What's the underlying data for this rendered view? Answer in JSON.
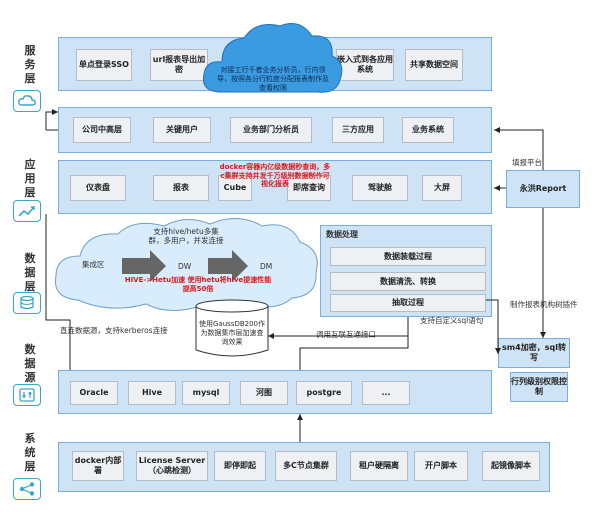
{
  "layers": {
    "service": "服务层",
    "application": "应用层",
    "data": "数据层",
    "source": "数据源",
    "system": "系统层"
  },
  "service_boxes": [
    "单点登录SSO",
    "url报表导出加密",
    "嵌入式到各应用系统",
    "共享数据空间"
  ],
  "cloud_note": "对接工行千者业务分析员，行内领导，按照各分行粒度分配报表制作及查看权限",
  "user_boxes": [
    "公司中高层",
    "关键用户",
    "业务部门分析员",
    "三方应用",
    "业务系统"
  ],
  "app_boxes": [
    "仪表盘",
    "报表",
    "Cube",
    "即席查询",
    "驾驶舱",
    "大屏"
  ],
  "app_red_note": "docker容器内亿级数据秒查询，多c集群支持并发千万级别数据制作可视化报表",
  "fill_platform": {
    "label": "填报平台",
    "box": "永洪Report"
  },
  "data_layer": {
    "cloud_note": "支持hive/hetu多集群，多用户，并发连接",
    "cluster": "集成区",
    "dw": "DW",
    "dm": "DM",
    "red_note": "HIVE->Hetu加速 使用hetu将hive提速性能提高50倍",
    "db_note": "使用GaussDB200作为数据集市层加速查询效果"
  },
  "processing": {
    "title": "数据处理",
    "items": [
      "数据装载过程",
      "数据清洗、转换",
      "抽取过程"
    ]
  },
  "notes": {
    "direct_source": "直连数据源，支持kerberos连接",
    "call_interface": "调用互联互通接口",
    "custom_sql": "支持自定义sql语句",
    "permission_plugin": "制作报表机构树插件"
  },
  "security": [
    "sm4加密，sql转写",
    "行列级别权限控制"
  ],
  "sources": [
    "Oracle",
    "Hive",
    "mysql",
    "河图",
    "postgre",
    "..."
  ],
  "system_boxes": [
    "docker内部署",
    "License Server（心跳检测）",
    "即停即起",
    "多C节点集群",
    "租户硬隔离",
    "开户脚本",
    "起镜像脚本"
  ]
}
